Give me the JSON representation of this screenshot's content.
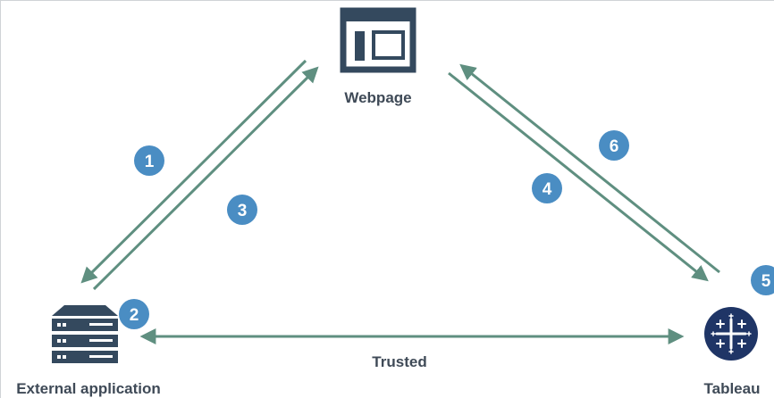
{
  "nodes": {
    "webpage": {
      "label": "Webpage",
      "icon": "webpage-icon"
    },
    "external": {
      "label": "External application",
      "icon": "server-icon"
    },
    "tableau": {
      "label": "Tableau",
      "icon": "tableau-logo-icon"
    }
  },
  "edges": {
    "trusted": {
      "label": "Trusted"
    }
  },
  "steps": [
    "1",
    "2",
    "3",
    "4",
    "5",
    "6"
  ],
  "colors": {
    "arrow": "#5f8f80",
    "badge": "#4a8dc3",
    "icon": "#34495e",
    "text": "#3f4a57",
    "tableau_bg": "#1f3566"
  }
}
